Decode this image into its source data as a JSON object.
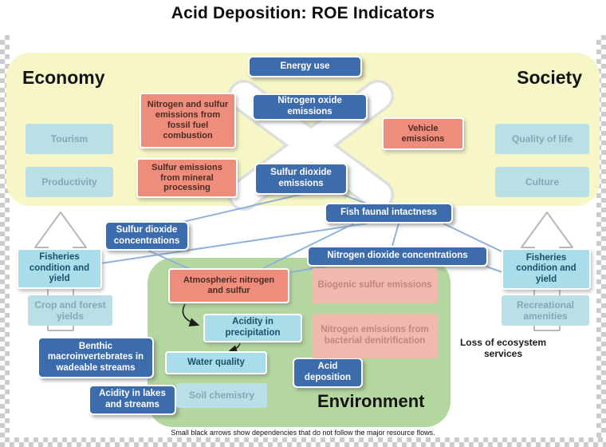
{
  "title": "Acid Deposition: ROE Indicators",
  "caption": "Small black arrows show dependencies that do not follow the major resource flows.",
  "regions": {
    "economy": "Economy",
    "society": "Society",
    "environment": "Environment"
  },
  "economy_boxes": {
    "tourism": "Tourism",
    "productivity": "Productivity"
  },
  "society_boxes": {
    "quality_of_life": "Quality of life",
    "culture": "Culture"
  },
  "emission_boxes": {
    "fossil_fuel": "Nitrogen and sulfur emissions from fossil fuel combustion",
    "mineral_processing": "Sulfur emissions from mineral processing",
    "vehicle": "Vehicle emissions"
  },
  "indicator_boxes": {
    "energy_use": "Energy use",
    "nitrogen_oxide_emissions": "Nitrogen oxide emissions",
    "sulfur_dioxide_emissions": "Sulfur dioxide emissions",
    "fish_faunal_intactness": "Fish faunal intactness",
    "sulfur_dioxide_concentrations": "Sulfur dioxide concentrations",
    "nitrogen_dioxide_concentrations": "Nitrogen dioxide concentrations",
    "benthic_macroinvertebrates": "Benthic macroinvertebrates in wadeable streams",
    "acidity_lakes_streams": "Acidity in lakes and streams",
    "acid_deposition": "Acid deposition"
  },
  "ecosystem_boxes": {
    "fisheries_left": "Fisheries condition and yield",
    "crop_forest_yields": "Crop and forest yields",
    "fisheries_right": "Fisheries condition and yield",
    "recreational_amenities": "Recreational amenities",
    "atmospheric_nitrogen_sulfur": "Atmospheric nitrogen and sulfur",
    "biogenic_sulfur_emissions": "Biogenic sulfur emissions",
    "nitrogen_bacterial_denitrification": "Nitrogen emissions from bacterial denitrification",
    "acidity_in_precipitation": "Acidity in precipitation",
    "water_quality": "Water quality",
    "soil_chemistry": "Soil chemistry"
  },
  "annotations": {
    "loss_of_ecosystem_services": "Loss of ecosystem services"
  },
  "colors": {
    "indicator_blue": "#3c6cac",
    "emission_salmon": "#ef8d7c",
    "economy_society_yellow": "#f7f6c6",
    "environment_green": "#b3d79e",
    "highlight_cyan": "#a8dde9"
  }
}
